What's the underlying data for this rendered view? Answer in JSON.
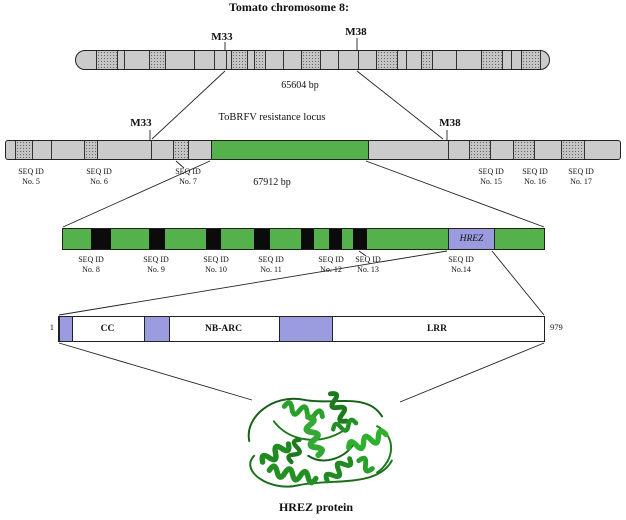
{
  "figure": {
    "title": "Tomato chromosome 8:",
    "bottom_label": "HREZ protein"
  },
  "chromosome_bar": {
    "marker_left": "M33",
    "marker_right": "M38",
    "size_label": "65604 bp"
  },
  "locus_bar": {
    "marker_left": "M33",
    "title": "ToBRFV resistance locus",
    "marker_right": "M38",
    "size_label": "67912 bp",
    "seq_ids": [
      "SEQ ID\nNo. 5",
      "SEQ ID\nNo. 6",
      "SEQ ID\nNo. 7",
      "SEQ ID\nNo. 15",
      "SEQ ID\nNo. 16",
      "SEQ ID\nNo. 17"
    ]
  },
  "gene_bar": {
    "hrez_label": "HREZ",
    "seq_ids": [
      "SEQ ID\nNo. 8",
      "SEQ ID\nNo. 9",
      "SEQ ID\nNo. 10",
      "SEQ ID\nNo. 11",
      "SEQ ID\nNo. 12",
      "SEQ ID\nNo. 13",
      "SEQ ID\nNo.14"
    ]
  },
  "protein_bar": {
    "start": "1",
    "end": "979",
    "domains": [
      "CC",
      "NB-ARC",
      "LRR"
    ]
  },
  "colors": {
    "bar_gray": "#cbcbcb",
    "locus_green": "#55b14b",
    "hrez_purple": "#9b9be0",
    "protein_green": "#1f8a1f"
  }
}
